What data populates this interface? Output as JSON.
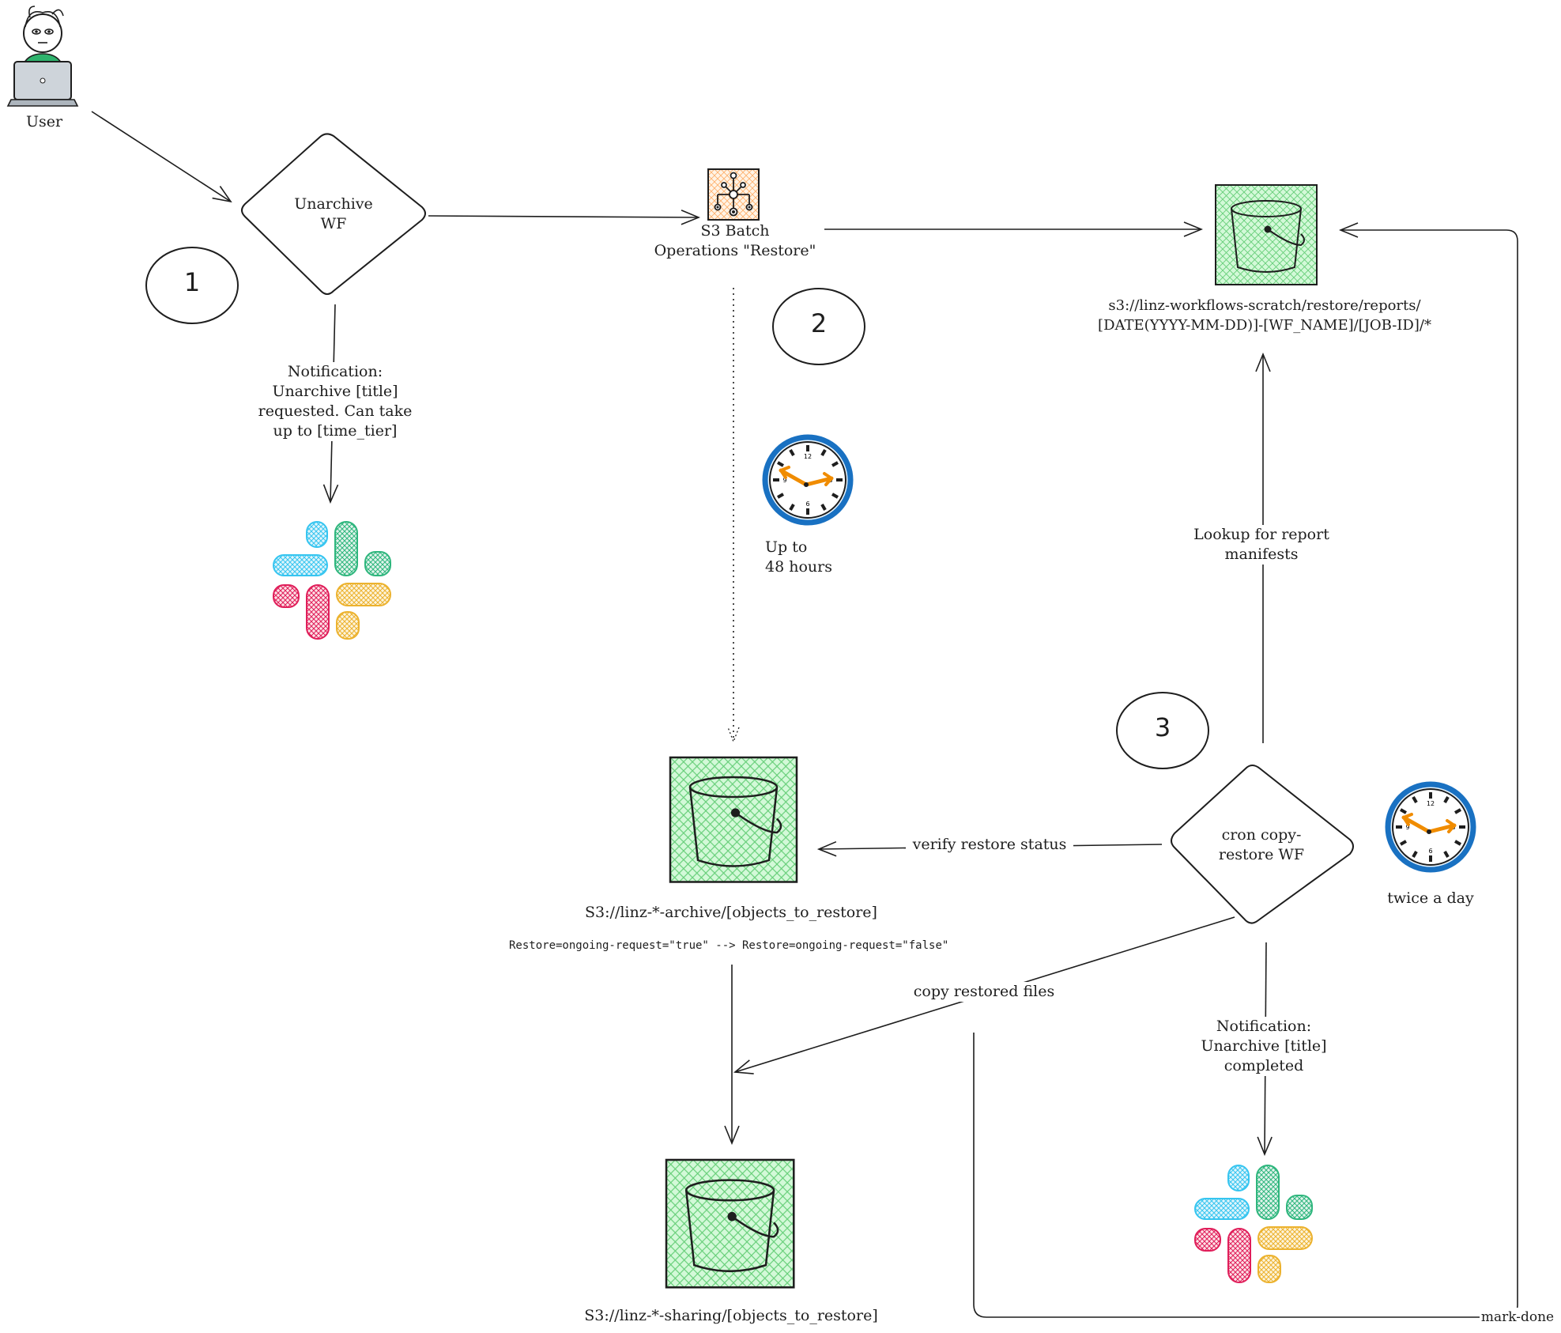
{
  "actor": {
    "label": "User",
    "icon": "user-laptop-icon"
  },
  "nodes": {
    "unarchive_wf": "Unarchive\nWF",
    "batch_ops": "S3 Batch\nOperations \"Restore\"",
    "cron_wf": "cron copy-\nrestore WF"
  },
  "steps": [
    "1",
    "2",
    "3"
  ],
  "buckets": {
    "reports": "s3://linz-workflows-scratch/restore/reports/\n[DATE(YYYY-MM-DD)]-[WF_NAME]/[JOB-ID]/*",
    "archive": "S3://linz-*-archive/[objects_to_restore]",
    "archive_status": "Restore=ongoing-request=\"true\" --> Restore=ongoing-request=\"false\"",
    "sharing": "S3://linz-*-sharing/[objects_to_restore]"
  },
  "edges": {
    "notify_requested": "Notification:\nUnarchive [title]\nrequested. Can take\nup to [time_tier]",
    "lookup_reports": "Lookup for report\nmanifests",
    "verify_status": "verify restore status",
    "copy_files": "copy restored files",
    "notify_completed": "Notification:\nUnarchive [title]\ncompleted",
    "mark_done": "mark-done"
  },
  "timers": {
    "restore_duration": "Up to\n48 hours",
    "cron_schedule": "twice a day"
  },
  "icons": [
    "slack-icon",
    "clock-icon",
    "s3-bucket-icon",
    "batch-operations-icon"
  ],
  "colors": {
    "bucket_fill": "#b2f2bb",
    "batch_fill": "#ffd8a8",
    "clock_blue": "#1971c2",
    "clock_hand": "#f08c00"
  }
}
